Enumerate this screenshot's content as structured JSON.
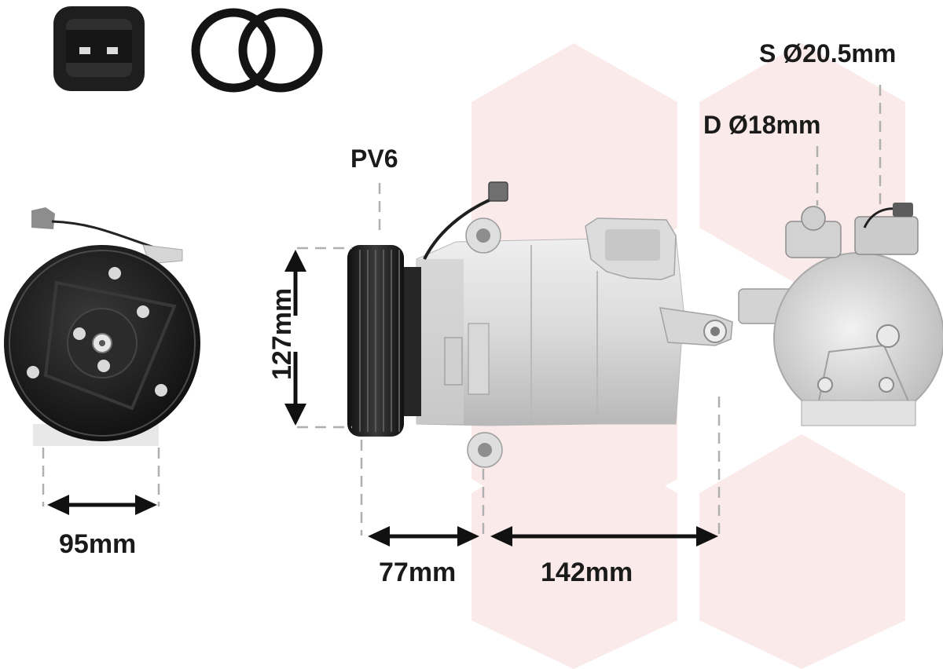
{
  "labels": {
    "pulley": "PV6",
    "suction": "S Ø20.5mm",
    "discharge": "D Ø18mm",
    "clutch_width": "95mm",
    "height": "127mm",
    "pulley_to_mount": "77mm",
    "body_length": "142mm"
  },
  "colors": {
    "watermark": "#fbeaea",
    "metal_light": "#e4e4e4",
    "metal_mid": "#bdbdbd",
    "metal_dark": "#8a8a8a",
    "rubber": "#1c1c1c",
    "dimension": "#111111",
    "guide": "#b0b0b0"
  },
  "icons": [
    "connector-icon",
    "o-ring-icon",
    "clutch-plate-icon",
    "compressor-side-icon",
    "compressor-rear-icon"
  ]
}
